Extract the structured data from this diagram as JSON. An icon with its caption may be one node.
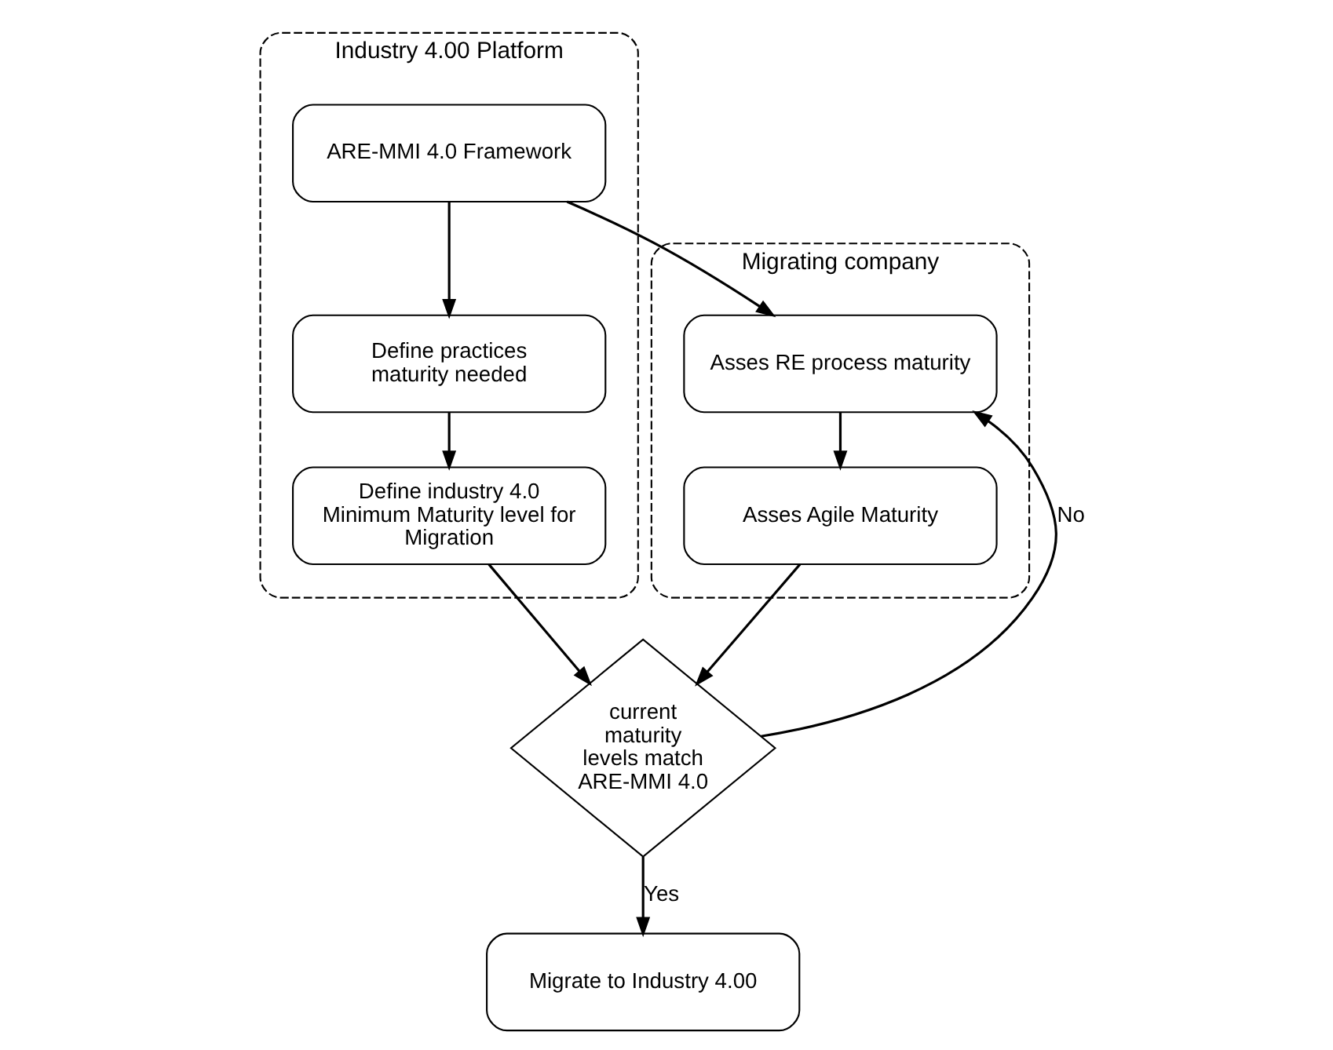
{
  "diagram": {
    "nodes": [
      {
        "text": [
          "Migrating company"
        ]
      },
      {
        "text": [
          "Asses RE process maturity"
        ],
        "in": 0
      },
      {
        "text": [
          "Asses Agile Maturity"
        ],
        "in": 0
      },
      {
        "text": [
          "Industry 4.00 Platform"
        ]
      },
      {
        "text": [
          "ARE-MMI 4.0 Framework"
        ],
        "in": 3
      },
      {
        "text": [
          "Define practices maturity needed"
        ],
        "in": 3
      },
      {
        "text": [
          "Define industry 4.0 Minimum Maturity level for Migration"
        ],
        "in": 3
      },
      {
        "text": [
          "current maturity levels match ARE-MMI 4.0"
        ]
      },
      {
        "text": [
          "Migrate to Industry 4.00"
        ]
      }
    ],
    "edges": [
      {
        "from": 1,
        "to": 2,
        "arrow": "to"
      },
      {
        "from": 2,
        "to": 7,
        "arrow": "to"
      },
      {
        "from": 7,
        "to": 1,
        "arrow": "to",
        "label": "No"
      },
      {
        "from": 4,
        "to": 1,
        "arrow": "to"
      },
      {
        "from": 4,
        "to": 5,
        "arrow": "to"
      },
      {
        "from": 5,
        "to": 6,
        "arrow": "to"
      },
      {
        "from": 6,
        "to": 7,
        "arrow": "to"
      },
      {
        "from": 7,
        "to": 8,
        "arrow": "to",
        "label": "Yes"
      }
    ]
  }
}
